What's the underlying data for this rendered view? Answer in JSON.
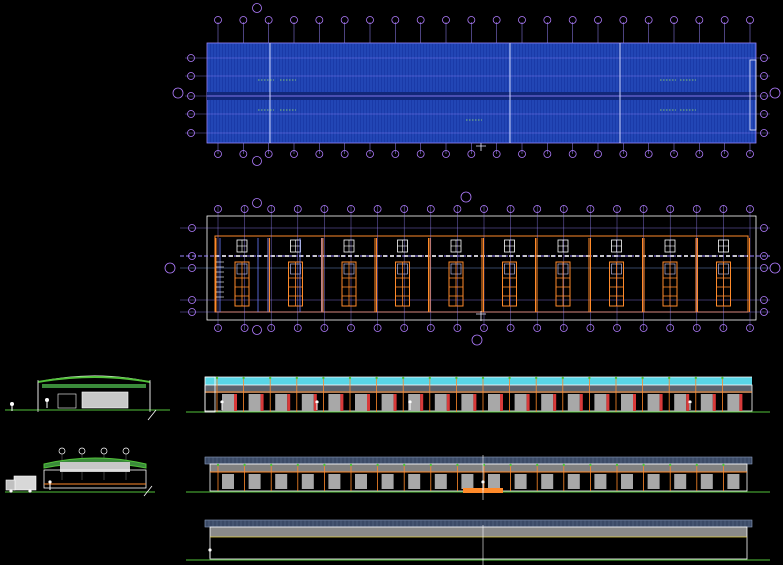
{
  "app": {
    "title": ""
  },
  "colors": {
    "background": "#000000",
    "roof_fill": "#1a3aa8",
    "roof_stripe": "#3e6fe0",
    "grid_line": "#9a86ff",
    "bubble": "#b07cff",
    "frame_orange": "#ff8a2a",
    "frame_white": "#ffffff",
    "frame_blue": "#6a7cff",
    "eave_cyan": "#59d6e6",
    "door_grey": "#a8a8a8",
    "door_red": "#d83a3a",
    "ground_green": "#52c23a",
    "roof_dark": "#3b4a66",
    "yellow": "#e8d64a"
  },
  "drawing": {
    "roof_plan": {
      "columns": 22,
      "rows": 5
    },
    "floor_plan": {
      "bays": 10
    },
    "elevation_front": {
      "doors": 20
    },
    "elevation_side": {
      "doors": 20
    },
    "elevation_rear": {}
  }
}
